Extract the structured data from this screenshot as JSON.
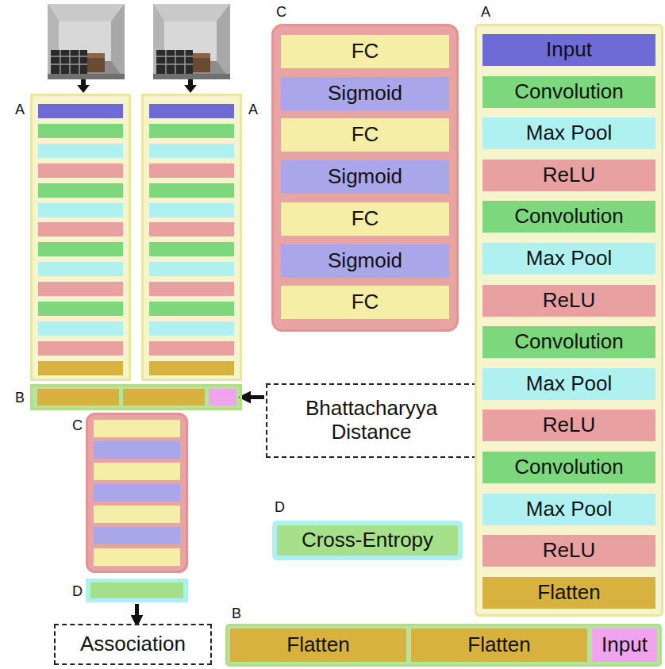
{
  "diagram": {
    "nodes": [
      {
        "text": [
          "A"
        ]
      },
      {
        "text": [
          "A"
        ]
      },
      {
        "text": [
          "B"
        ]
      },
      {
        "text": [
          "Bhattacharyya Distance"
        ]
      },
      {
        "text": [
          "C"
        ]
      },
      {
        "text": [
          "D"
        ]
      },
      {
        "text": [
          "Association"
        ]
      },
      {
        "text": [
          "C"
        ]
      },
      {
        "text": [
          "FC"
        ],
        "in": 7
      },
      {
        "text": [
          "Sigmoid"
        ],
        "in": 7
      },
      {
        "text": [
          "FC"
        ],
        "in": 7
      },
      {
        "text": [
          "Sigmoid"
        ],
        "in": 7
      },
      {
        "text": [
          "FC"
        ],
        "in": 7
      },
      {
        "text": [
          "Sigmoid"
        ],
        "in": 7
      },
      {
        "text": [
          "FC"
        ],
        "in": 7
      },
      {
        "text": [
          "A"
        ]
      },
      {
        "text": [
          "Input"
        ],
        "in": 15
      },
      {
        "text": [
          "Convolution"
        ],
        "in": 15
      },
      {
        "text": [
          "Max Pool"
        ],
        "in": 15
      },
      {
        "text": [
          "ReLU"
        ],
        "in": 15
      },
      {
        "text": [
          "Convolution"
        ],
        "in": 15
      },
      {
        "text": [
          "Max Pool"
        ],
        "in": 15
      },
      {
        "text": [
          "ReLU"
        ],
        "in": 15
      },
      {
        "text": [
          "Convolution"
        ],
        "in": 15
      },
      {
        "text": [
          "Max Pool"
        ],
        "in": 15
      },
      {
        "text": [
          "ReLU"
        ],
        "in": 15
      },
      {
        "text": [
          "Convolution"
        ],
        "in": 15
      },
      {
        "text": [
          "Max Pool"
        ],
        "in": 15
      },
      {
        "text": [
          "ReLU"
        ],
        "in": 15
      },
      {
        "text": [
          "Flatten"
        ],
        "in": 15
      },
      {
        "text": [
          "D"
        ]
      },
      {
        "text": [
          "Cross-Entropy"
        ],
        "in": 30
      },
      {
        "text": [
          "B"
        ]
      },
      {
        "text": [
          "Flatten"
        ],
        "in": 32
      },
      {
        "text": [
          "Flatten"
        ],
        "in": 32
      },
      {
        "text": [
          "Input"
        ],
        "in": 32
      }
    ],
    "edges": [
      {
        "from": 3,
        "to": 2,
        "arrow": "to"
      },
      {
        "from": 5,
        "to": 6,
        "arrow": "to"
      }
    ]
  }
}
